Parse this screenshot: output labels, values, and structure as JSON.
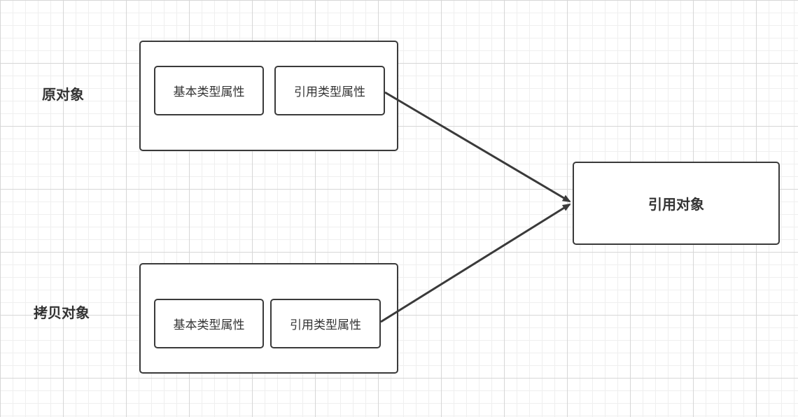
{
  "original": {
    "label": "原对象",
    "properties": [
      "基本类型属性",
      "引用类型属性"
    ]
  },
  "copy": {
    "label": "拷贝对象",
    "properties": [
      "基本类型属性",
      "引用类型属性"
    ]
  },
  "reference_object": {
    "label": "引用对象"
  },
  "colors": {
    "stroke": "#3a3a3a",
    "text": "#333333",
    "grid": "#d6d6d6"
  }
}
